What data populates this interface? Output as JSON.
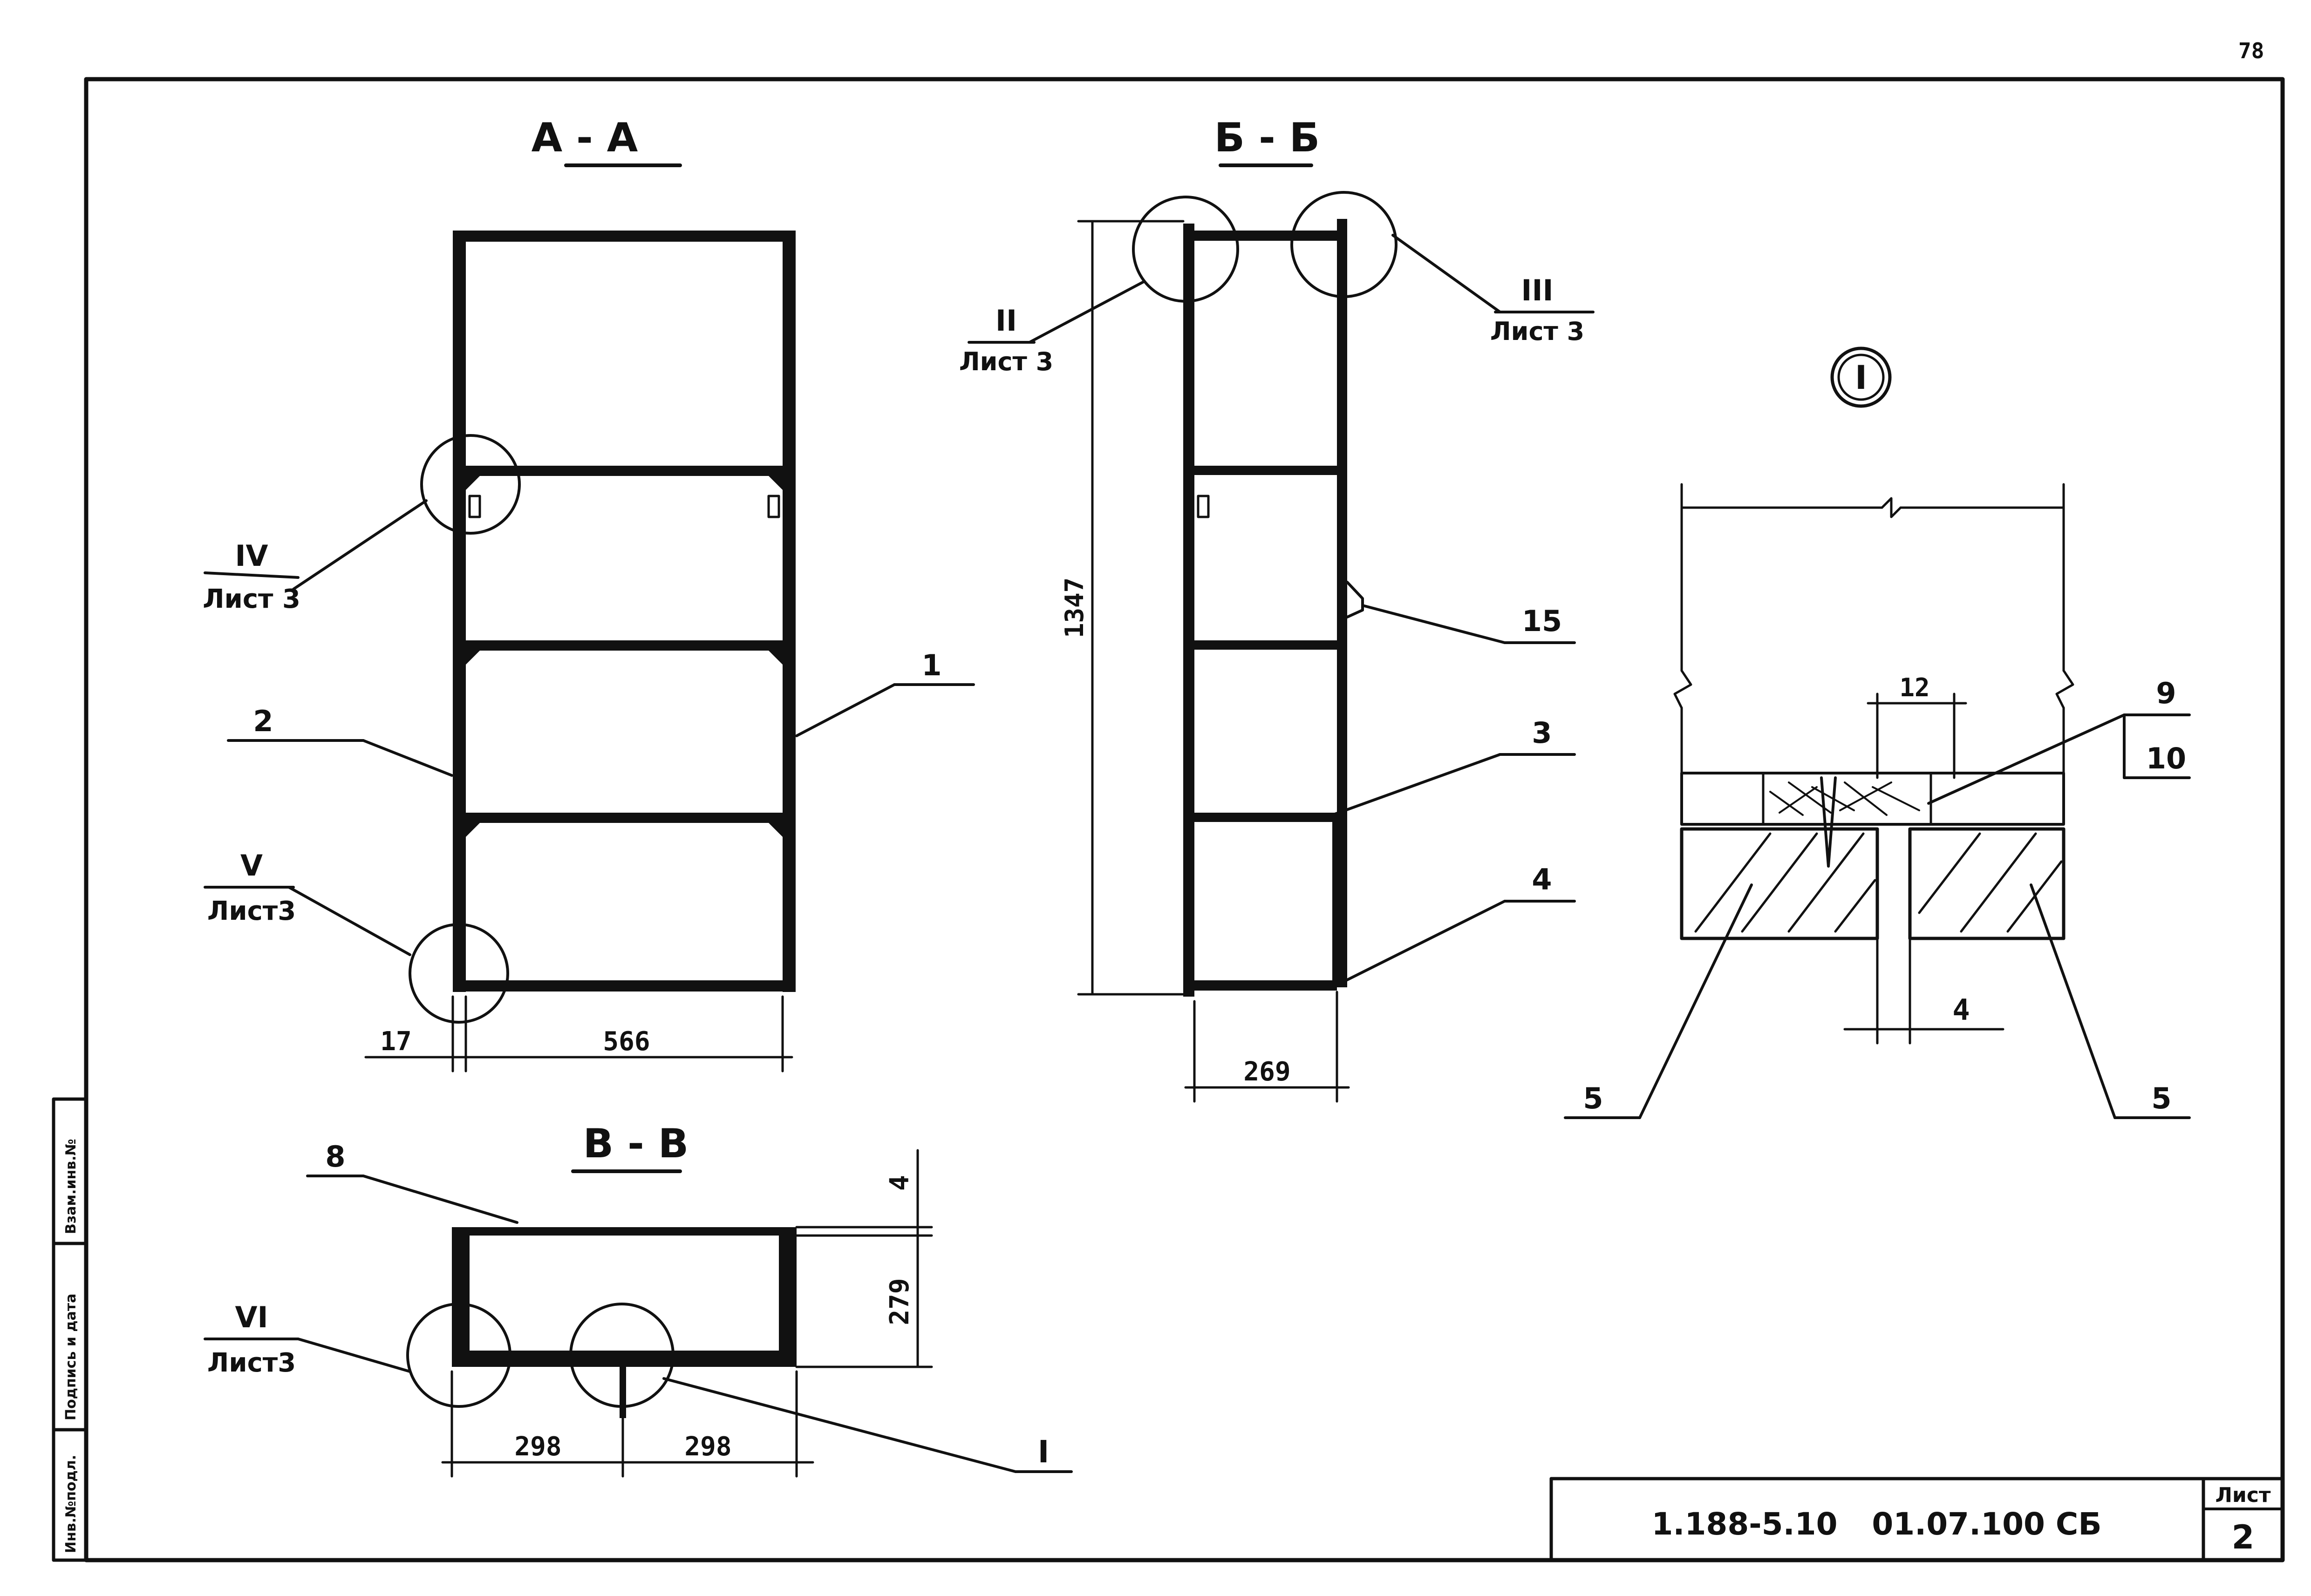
{
  "page_number": "78",
  "sections": {
    "aa": {
      "title": "А - А",
      "callout_iv": "IV",
      "callout_iv_sheet": "Лист 3",
      "callout_v": "V",
      "callout_v_sheet": "Лист3",
      "pos_1": "1",
      "pos_2": "2",
      "dim_17": "17",
      "dim_566": "566"
    },
    "bb": {
      "title": "Б - Б",
      "callout_ii": "II",
      "callout_ii_sheet": "Лист 3",
      "callout_iii": "III",
      "callout_iii_sheet": "Лист 3",
      "dim_1347": "1347",
      "dim_269": "269",
      "pos_15": "15",
      "pos_3": "3",
      "pos_4": "4"
    },
    "vv": {
      "title": "В - В",
      "pos_8": "8",
      "dim_4": "4",
      "dim_279": "279",
      "callout_vi": "VI",
      "callout_vi_sheet": "Лист3",
      "dim_298_left": "298",
      "dim_298_right": "298",
      "callout_i": "I"
    },
    "detail_i": {
      "title": "I",
      "dim_12": "12",
      "pos_9": "9",
      "pos_10": "10",
      "dim_4": "4",
      "pos_5_left": "5",
      "pos_5_right": "5"
    }
  },
  "side_stamp": {
    "inv_no": "Инв.№подл.",
    "signature_date": "Подпись и дата",
    "replace_inv": "Взам.инв.№"
  },
  "title_block": {
    "document_code": "1.188-5.10",
    "drawing_code": "01.07.100 СБ",
    "sheet_label": "Лист",
    "sheet_number": "2"
  }
}
